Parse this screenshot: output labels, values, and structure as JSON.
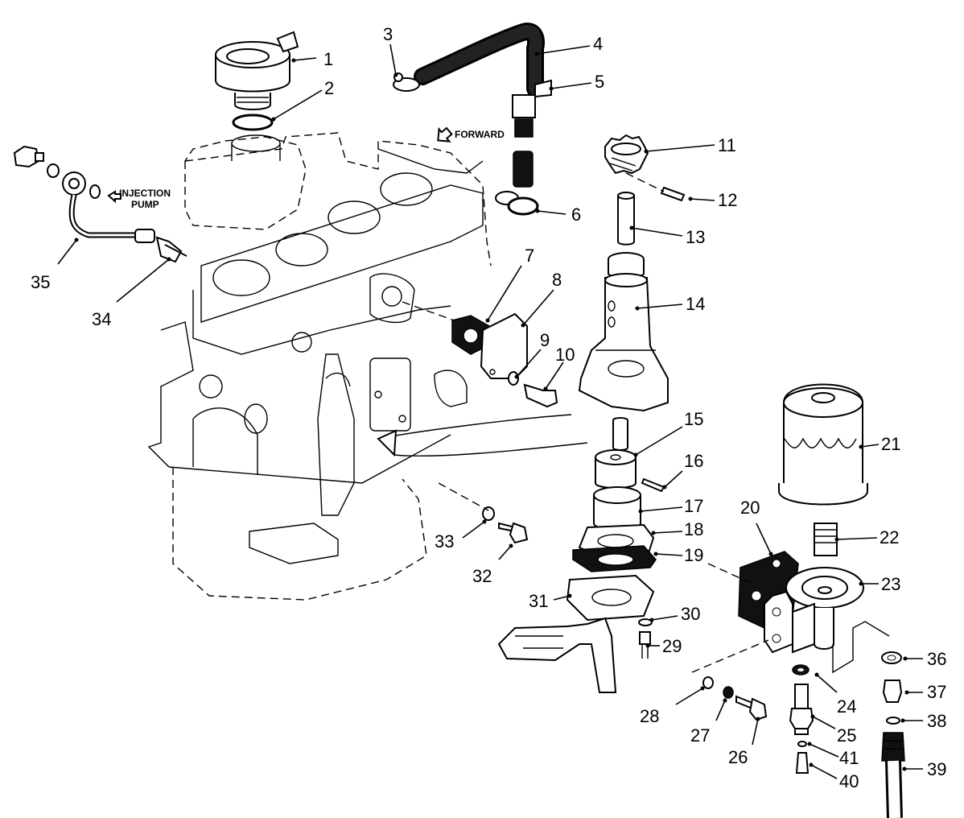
{
  "annotations": {
    "forward": "FORWARD",
    "injection_line1": "INJECTION",
    "injection_line2": "PUMP"
  },
  "callouts": [
    {
      "n": "1"
    },
    {
      "n": "2"
    },
    {
      "n": "3"
    },
    {
      "n": "4"
    },
    {
      "n": "5"
    },
    {
      "n": "6"
    },
    {
      "n": "7"
    },
    {
      "n": "8"
    },
    {
      "n": "9"
    },
    {
      "n": "10"
    },
    {
      "n": "11"
    },
    {
      "n": "12"
    },
    {
      "n": "13"
    },
    {
      "n": "14"
    },
    {
      "n": "15"
    },
    {
      "n": "16"
    },
    {
      "n": "17"
    },
    {
      "n": "18"
    },
    {
      "n": "19"
    },
    {
      "n": "20"
    },
    {
      "n": "21"
    },
    {
      "n": "22"
    },
    {
      "n": "23"
    },
    {
      "n": "24"
    },
    {
      "n": "25"
    },
    {
      "n": "26"
    },
    {
      "n": "27"
    },
    {
      "n": "28"
    },
    {
      "n": "29"
    },
    {
      "n": "30"
    },
    {
      "n": "31"
    },
    {
      "n": "32"
    },
    {
      "n": "33"
    },
    {
      "n": "34"
    },
    {
      "n": "35"
    },
    {
      "n": "36"
    },
    {
      "n": "37"
    },
    {
      "n": "38"
    },
    {
      "n": "39"
    },
    {
      "n": "40"
    },
    {
      "n": "41"
    }
  ],
  "colors": {
    "line": "#000000",
    "background": "#ffffff"
  }
}
